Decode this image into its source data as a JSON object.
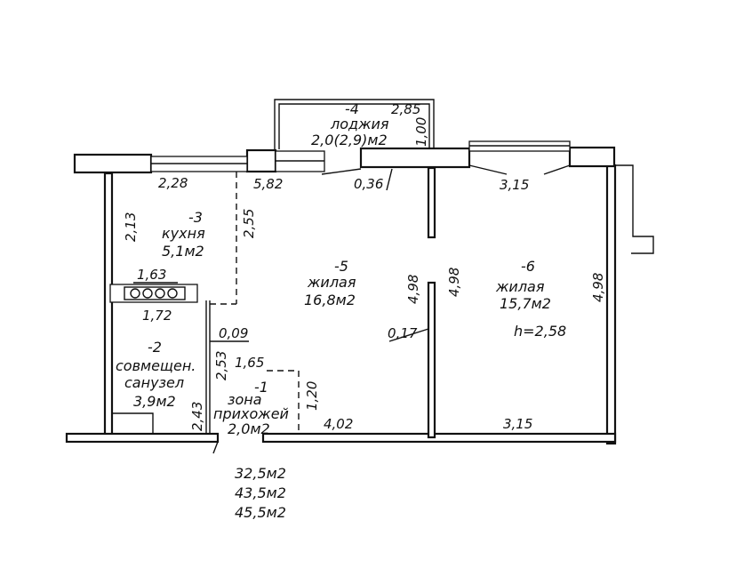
{
  "rooms": {
    "hall": {
      "number": "-1",
      "name_line1": "зона",
      "name_line2": "прихожей",
      "area": "2,0м2"
    },
    "bathroom": {
      "number": "-2",
      "name_line1": "совмещен.",
      "name_line2": "санузел",
      "area": "3,9м2"
    },
    "kitchen": {
      "number": "-3",
      "name": "кухня",
      "area": "5,1м2"
    },
    "loggia": {
      "number": "-4",
      "name": "лоджия",
      "area": "2,0(2,9)м2"
    },
    "living1": {
      "number": "-5",
      "name": "жилая",
      "area": "16,8м2"
    },
    "living2": {
      "number": "-6",
      "name": "жилая",
      "area": "15,7м2"
    }
  },
  "ceiling_height": "h=2,58",
  "dimensions": {
    "kitchen_width": "2,28",
    "living_top": "5,82",
    "pier": "0,36",
    "living2_top": "3,15",
    "loggia_width": "2,85",
    "loggia_depth": "1,00",
    "kitchen_left": "2,13",
    "kitchen_right": "2,55",
    "kitchen_lower": "1,63",
    "bath_width": "1,72",
    "bath_gap": "0,09",
    "bath_height": "2,53",
    "hall_width": "1,65",
    "hall_height": "1,20",
    "bath_lower": "2,43",
    "living1_bottom": "4,02",
    "living2_bottom": "3,15",
    "partition_thickness": "0,17",
    "living1_depth": "4,98",
    "partition_depth": "4,98",
    "living2_depth": "4,98"
  },
  "totals": {
    "living": "32,5м2",
    "total": "43,5м2",
    "with_loggia": "45,5м2"
  }
}
